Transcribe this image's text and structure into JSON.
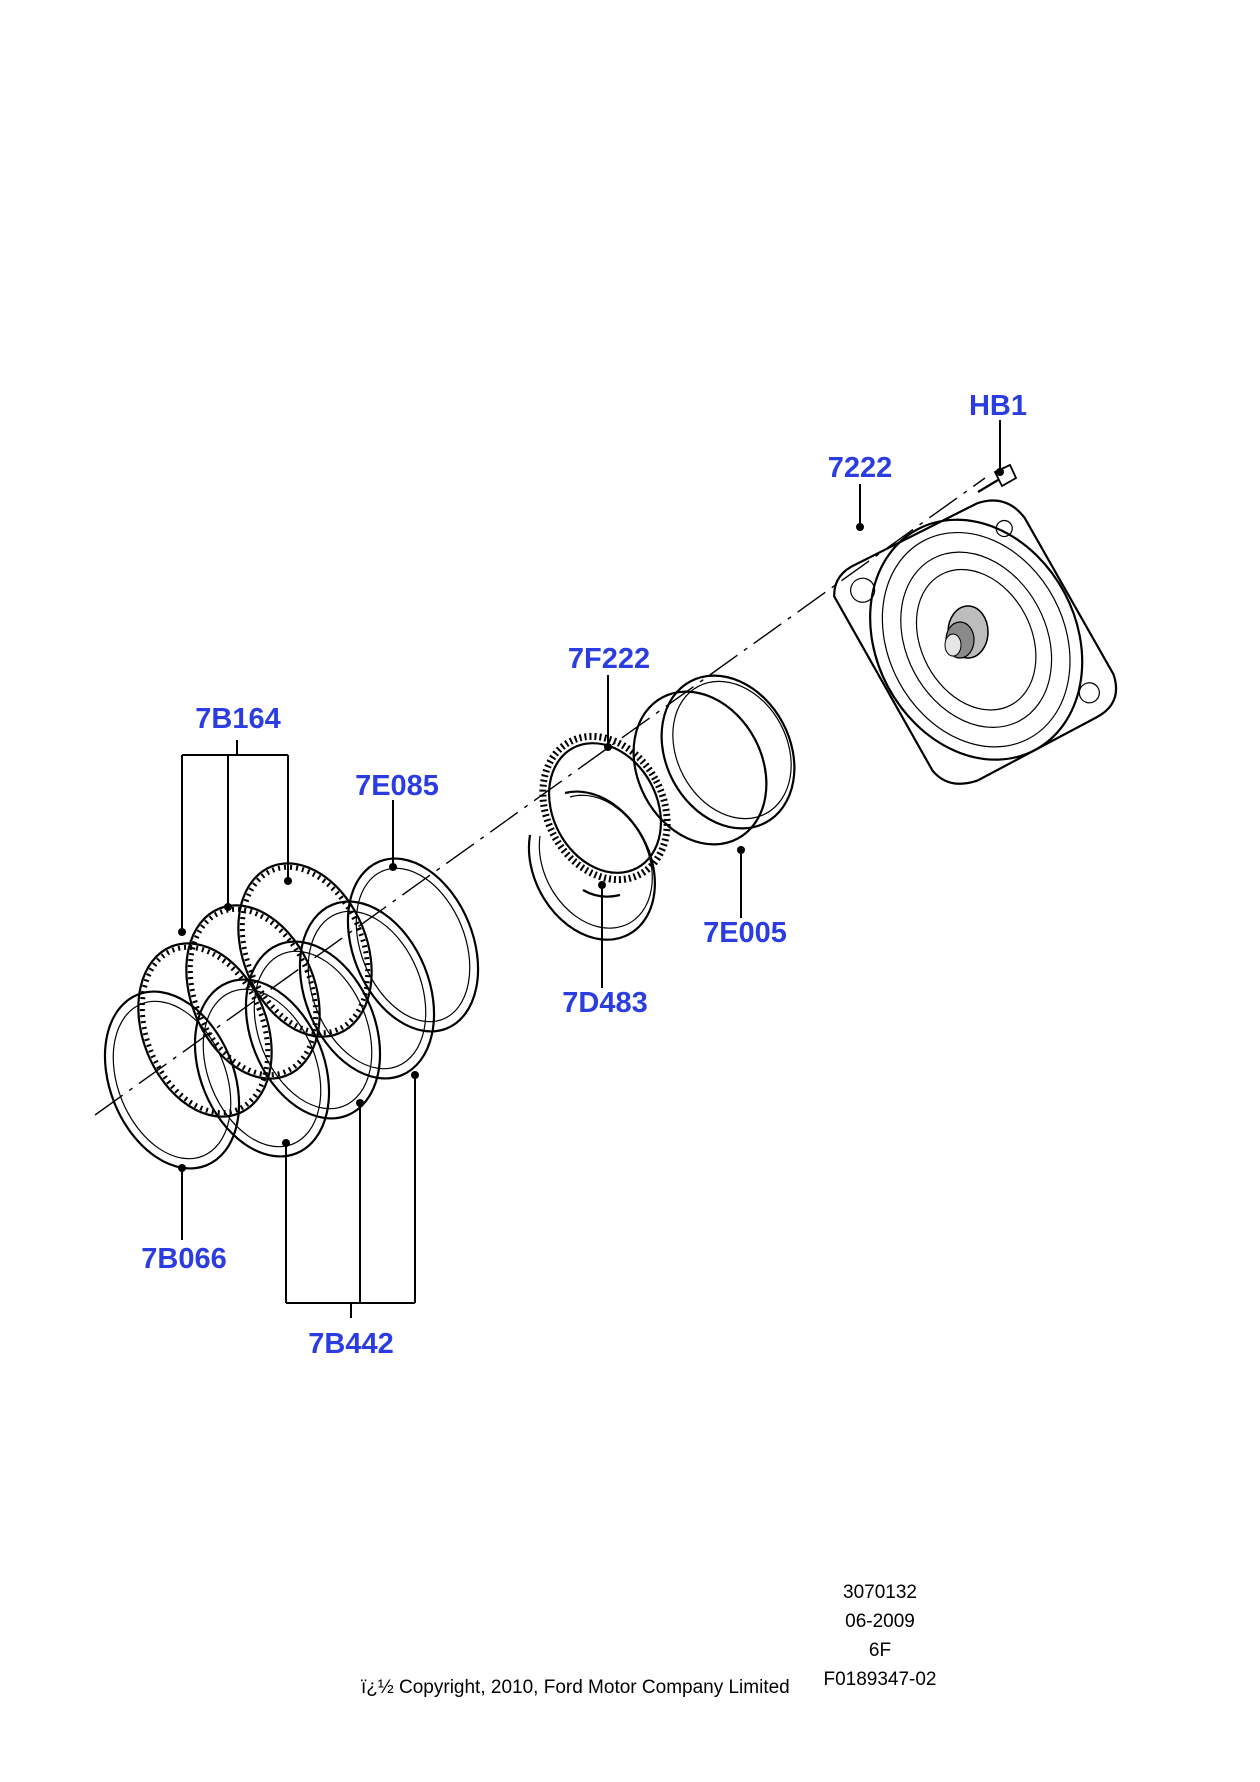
{
  "colors": {
    "label": "#2b3de0",
    "line": "#000000"
  },
  "labels": {
    "hb1": "HB1",
    "p7222": "7222",
    "p7f222": "7F222",
    "p7b164": "7B164",
    "p7e085": "7E085",
    "p7e005": "7E005",
    "p7d483": "7D483",
    "p7b066": "7B066",
    "p7b442": "7B442"
  },
  "footer": {
    "code": "3070132",
    "date": "06-2009",
    "model": "6F",
    "ref": "F0189347-02",
    "copyright": "ï¿½ Copyright, 2010, Ford Motor Company Limited"
  }
}
